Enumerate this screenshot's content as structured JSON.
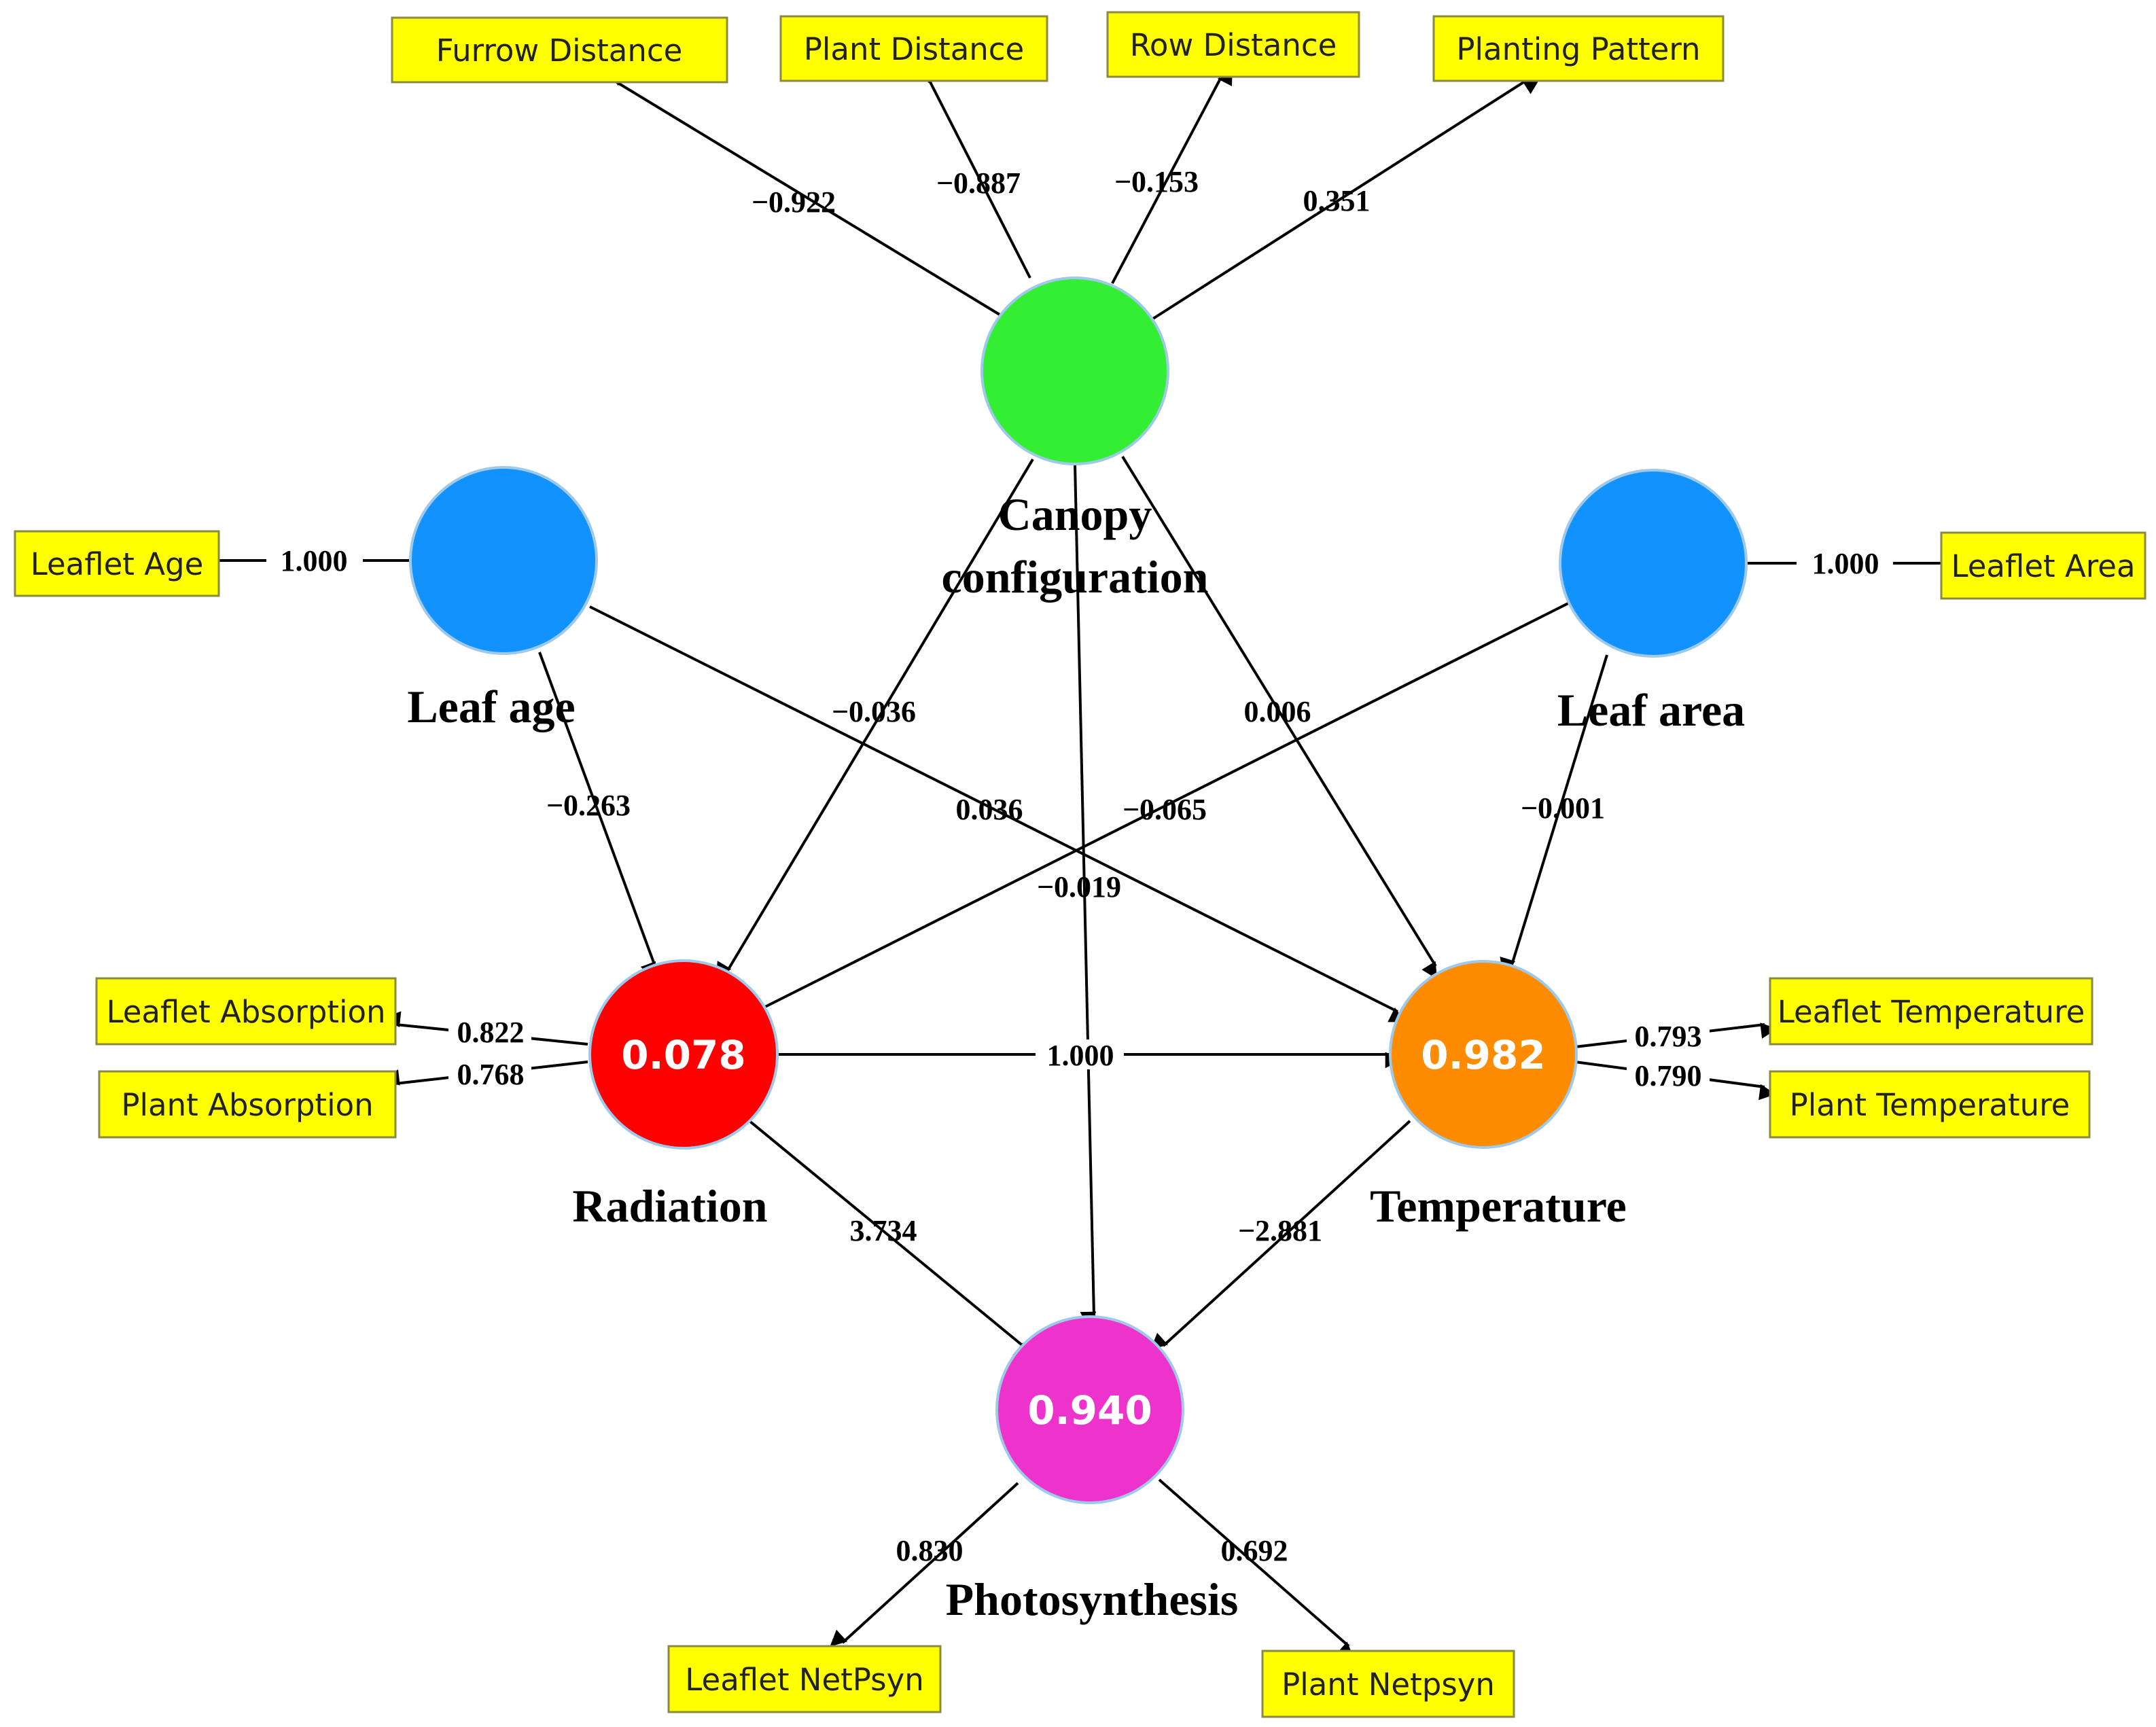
{
  "colors": {
    "indicator_fill": "#ffff00",
    "canopy": "#33ee33",
    "exogenous": "#1192ff",
    "radiation": "#ff0000",
    "temperature": "#ff8c00",
    "photosynthesis": "#ee33cc"
  },
  "constructs": {
    "canopy": {
      "name_line1": "Canopy",
      "name_line2": "configuration"
    },
    "leaf_age": {
      "name": "Leaf age"
    },
    "leaf_area": {
      "name": "Leaf area"
    },
    "radiation": {
      "name": "Radiation",
      "r2": "0.078"
    },
    "temperature": {
      "name": "Temperature",
      "r2": "0.982"
    },
    "photosynthesis": {
      "name": "Photosynthesis",
      "r2": "0.940"
    }
  },
  "indicators": {
    "furrow_distance": "Furrow Distance",
    "plant_distance": "Plant Distance",
    "row_distance": "Row Distance",
    "planting_pattern": "Planting Pattern",
    "leaflet_age": "Leaflet Age",
    "leaflet_area": "Leaflet Area",
    "leaflet_absorption": "Leaflet Absorption",
    "plant_absorption": "Plant Absorption",
    "leaflet_temperature": "Leaflet Temperature",
    "plant_temperature": "Plant Temperature",
    "leaflet_netpsyn": "Leaflet NetPsyn",
    "plant_netpsyn": "Plant Netpsyn"
  },
  "loadings": {
    "furrow_distance": "−0.922",
    "plant_distance": "−0.887",
    "row_distance": "−0.153",
    "planting_pattern": "0.351",
    "leaflet_age": "1.000",
    "leaflet_area": "1.000",
    "leaflet_absorption": "0.822",
    "plant_absorption": "0.768",
    "leaflet_temperature": "0.793",
    "plant_temperature": "0.790",
    "leaflet_netpsyn": "0.830",
    "plant_netpsyn": "0.692"
  },
  "paths": {
    "leafage_radiation": "−0.263",
    "leafage_temperature": "0.036",
    "canopy_radiation": "−0.036",
    "canopy_temperature": "0.006",
    "canopy_photosynthesis": "−0.019",
    "leafarea_radiation": "−0.065",
    "leafarea_temperature": "−0.001",
    "radiation_temperature": "1.000",
    "radiation_photosynthesis": "3.734",
    "temperature_photosynthesis": "−2.881"
  }
}
